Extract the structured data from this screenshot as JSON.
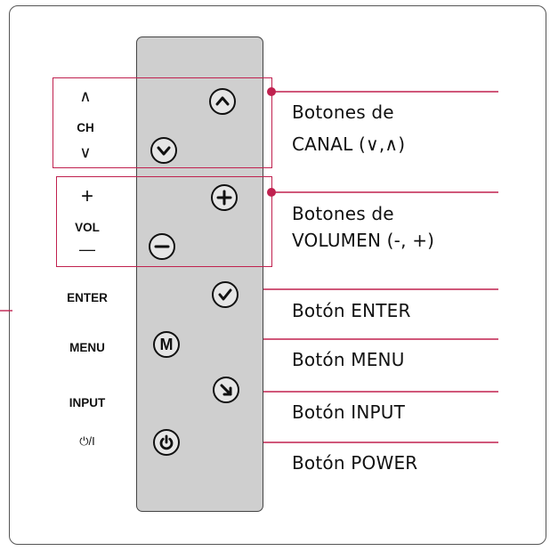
{
  "left_labels": {
    "ch": "CH",
    "ch_up": "∧",
    "ch_down": "∨",
    "vol": "VOL",
    "vol_plus": "+",
    "vol_minus": "—",
    "enter": "ENTER",
    "menu": "MENU",
    "input": "INPUT",
    "power": "⏻/I"
  },
  "callouts": {
    "channel_line1": "Botones de",
    "channel_line2": "CANAL (∨,∧)",
    "volume_line1": "Botones de",
    "volume_line2": "VOLUMEN (-, +)",
    "enter": "Botón ENTER",
    "menu": "Botón MENU",
    "input": "Botón INPUT",
    "power": "Botón POWER"
  },
  "buttons": {
    "menu_glyph": "M"
  },
  "colors": {
    "accent": "#c0214f",
    "panel": "#cfcfcf"
  }
}
